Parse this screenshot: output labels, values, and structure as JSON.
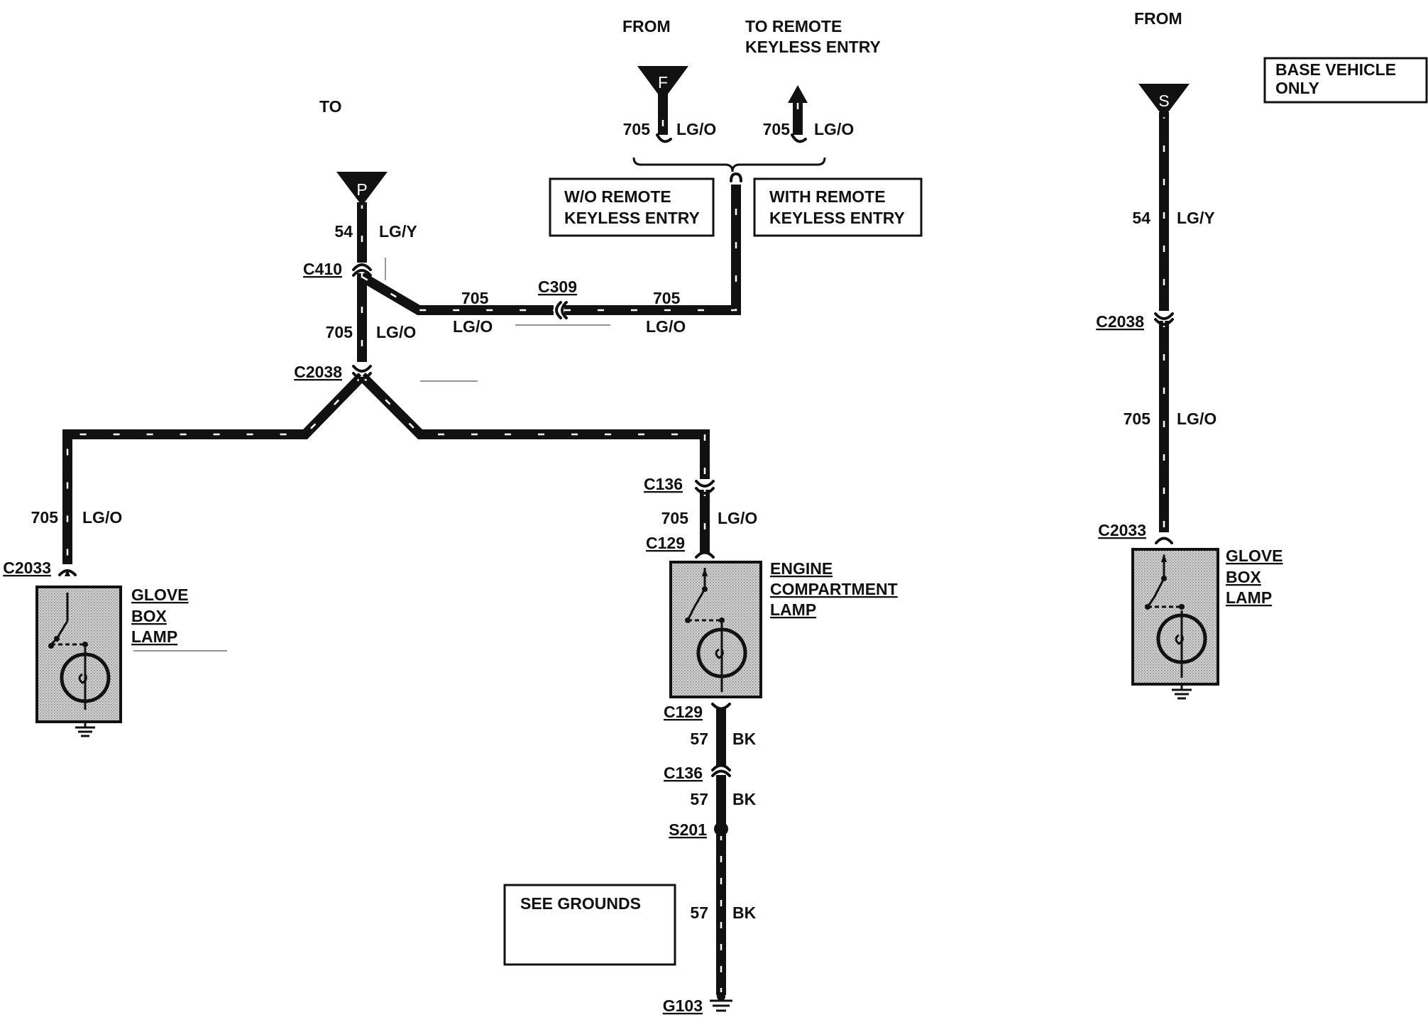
{
  "top_labels": {
    "to_left": "TO",
    "from_center": "FROM",
    "to_remote_line1": "TO REMOTE",
    "to_remote_line2": "KEYLESS ENTRY",
    "from_right": "FROM"
  },
  "boxes": {
    "base_vehicle_line1": "BASE VEHICLE",
    "base_vehicle_line2": "ONLY",
    "wo_remote_line1": "W/O REMOTE",
    "wo_remote_line2": "KEYLESS ENTRY",
    "with_remote_line1": "WITH REMOTE",
    "with_remote_line2": "KEYLESS ENTRY",
    "see_grounds": "SEE GROUNDS"
  },
  "terminals": {
    "p": "P",
    "f": "F",
    "s": "S"
  },
  "circuits": {
    "c54_left": "54",
    "lgy_left": "LG/Y",
    "c705_f": "705",
    "lgo_f": "LG/O",
    "c705_arrow": "705",
    "lgo_arrow": "LG/O",
    "c705_vert": "705",
    "lgo_vert": "LG/O",
    "c705_h1": "705",
    "lgo_h1": "LG/O",
    "c705_h2": "705",
    "lgo_h2": "LG/O",
    "c705_glove_left": "705",
    "lgo_glove_left": "LG/O",
    "c705_engine": "705",
    "lgo_engine": "LG/O",
    "c57_a": "57",
    "bk_a": "BK",
    "c57_b": "57",
    "bk_b": "BK",
    "c57_c": "57",
    "bk_c": "BK",
    "c54_right": "54",
    "lgy_right": "LG/Y",
    "c705_right": "705",
    "lgo_right": "LG/O"
  },
  "connectors": {
    "c410": "C410",
    "c309": "C309",
    "c2038_left": "C2038",
    "c2033_left": "C2033",
    "c136_top": "C136",
    "c129_top": "C129",
    "c129_bottom": "C129",
    "c136_bottom": "C136",
    "s201": "S201",
    "g103": "G103",
    "c2038_right": "C2038",
    "c2033_right": "C2033"
  },
  "components": {
    "glove_left_1": "GLOVE",
    "glove_left_2": "BOX",
    "glove_left_3": "LAMP",
    "engine_1": "ENGINE",
    "engine_2": "COMPARTMENT",
    "engine_3": "LAMP",
    "glove_right_1": "GLOVE",
    "glove_right_2": "BOX",
    "glove_right_3": "LAMP"
  }
}
